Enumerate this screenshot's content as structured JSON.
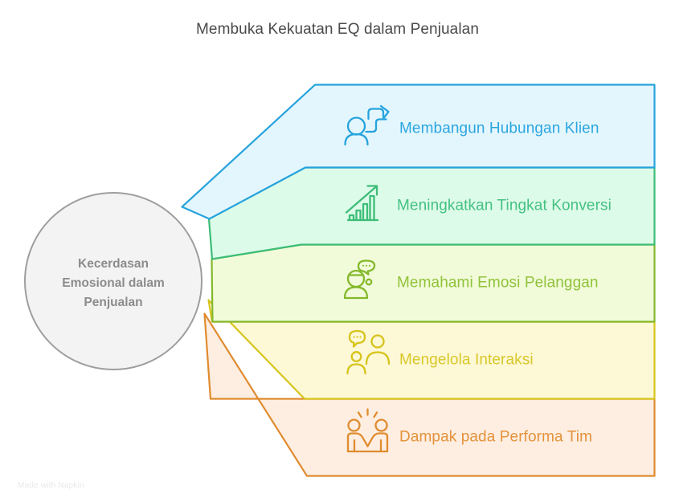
{
  "header": {
    "title": "Membuka Kekuatan EQ dalam Penjualan"
  },
  "hub": {
    "name": "center-node",
    "lines": [
      "Kecerdasan",
      "Emosional dalam",
      "Penjualan"
    ],
    "fill": "#f3f3f3",
    "stroke": "#9e9e9e",
    "text_color": "#8c8c8c"
  },
  "footer": {
    "credit": "Made with Napkin"
  },
  "chart_data": {
    "type": "diagram",
    "subtype": "fan-funnel",
    "title": "Membuka Kekuatan EQ dalam Penjualan",
    "center": "Kecerdasan Emosional dalam Penjualan",
    "branch_count": 5,
    "branches": [
      {
        "label": "Membangun Hubungan Klien",
        "icon": "person-network-icon",
        "fill": "#e3f6fd",
        "stroke": "#26a3dc",
        "text": "#2ca6df"
      },
      {
        "label": "Meningkatkan Tingkat Konversi",
        "icon": "bar-chart-growth-icon",
        "fill": "#ddfbe9",
        "stroke": "#3cbd77",
        "text": "#45c183"
      },
      {
        "label": "Memahami Emosi Pelanggan",
        "icon": "person-thinking-icon",
        "fill": "#f1fbd9",
        "stroke": "#84b82b",
        "text": "#90c23a"
      },
      {
        "label": "Mengelola Interaksi",
        "icon": "two-people-chat-icon",
        "fill": "#fdf8d5",
        "stroke": "#d6c41c",
        "text": "#d9c82a"
      },
      {
        "label": "Dampak pada Performa Tim",
        "icon": "team-celebration-icon",
        "fill": "#fdeee1",
        "stroke": "#e08b2f",
        "text": "#e4923b"
      }
    ]
  }
}
